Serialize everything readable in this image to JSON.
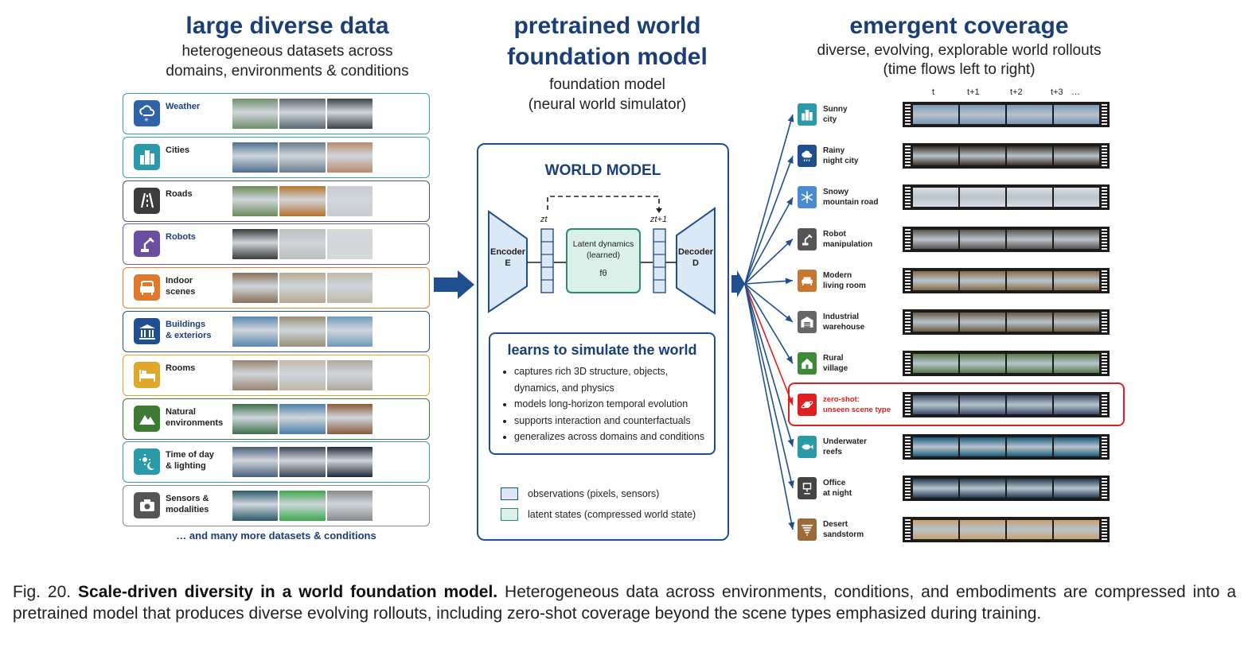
{
  "left_header": {
    "title": "large diverse data",
    "subtitle_1": "heterogeneous datasets across",
    "subtitle_2": "domains, environments & conditions"
  },
  "datasets": [
    {
      "label": "Weather",
      "icon": "weather-icon",
      "color": "#2e63a8",
      "border": "#3a9bb0",
      "label_color": "#1a3f78",
      "thumbs": [
        "#6f8f6a",
        "#5b6670",
        "#3b4146"
      ]
    },
    {
      "label": "Cities",
      "icon": "city-icon",
      "color": "#2a9aa8",
      "border": "#3a9bb0",
      "label_color": "#222222",
      "thumbs": [
        "#4d6e90",
        "#6a7c8c",
        "#b88a6a"
      ]
    },
    {
      "label": "Roads",
      "icon": "road-icon",
      "color": "#3c3c3c",
      "border": "#555555",
      "label_color": "#222222",
      "thumbs": [
        "#6b8a5a",
        "#b8722e",
        "#c9ccd0"
      ]
    },
    {
      "label": "Robots",
      "icon": "robot-arm-icon",
      "color": "#6b4ea0",
      "border": "#7a5aa8",
      "label_color": "#1a3f78",
      "thumbs": [
        "#3a3a3a",
        "#bdbdbd",
        "#d8d8d8"
      ]
    },
    {
      "label": "Indoor\nscenes",
      "icon": "armchair-icon",
      "color": "#e07a2a",
      "border": "#d4822e",
      "label_color": "#222222",
      "thumbs": [
        "#8a7058",
        "#b8a890",
        "#c0b8aa"
      ]
    },
    {
      "label": "Buildings\n& exteriors",
      "icon": "building-icon",
      "color": "#1f4f8f",
      "border": "#2a4f8a",
      "label_color": "#1a3f78",
      "thumbs": [
        "#5a86b0",
        "#9a8e78",
        "#6e9aba"
      ]
    },
    {
      "label": "Rooms",
      "icon": "bed-icon",
      "color": "#e0a82a",
      "border": "#d4a82e",
      "label_color": "#222222",
      "thumbs": [
        "#9a8470",
        "#c4b8a8",
        "#b0a89c"
      ]
    },
    {
      "label": "Natural\nenvironments",
      "icon": "mountain-icon",
      "color": "#3e7a34",
      "border": "#3e7a34",
      "label_color": "#222222",
      "thumbs": [
        "#3c6e48",
        "#4a7ea8",
        "#8a5a3a"
      ]
    },
    {
      "label": "Time of day\n& lighting",
      "icon": "sun-moon-icon",
      "color": "#2a9aa8",
      "border": "#3a9bb0",
      "label_color": "#222222",
      "thumbs": [
        "#4a5e7a",
        "#3a4250",
        "#222a36"
      ]
    },
    {
      "label": "Sensors &\nmodalities",
      "icon": "camera-icon",
      "color": "#555555",
      "border": "#888888",
      "label_color": "#222222",
      "thumbs": [
        "#2a5a6a",
        "#3aa84a",
        "#888888"
      ]
    }
  ],
  "more_note": "… and many more datasets & conditions",
  "middle_header": {
    "title_1": "pretrained world",
    "title_2": "foundation model",
    "subtitle_1": "foundation model",
    "subtitle_2": "(neural world simulator)"
  },
  "model": {
    "title": "WORLD MODEL",
    "encoder_1": "Encoder",
    "encoder_2": "E",
    "decoder_1": "Decoder",
    "decoder_2": "D",
    "latent_1": "Latent dynamics",
    "latent_2": "(learned)",
    "latent_fn": "fθ",
    "z_in": "zt",
    "z_out": "zt+1",
    "learn_title": "learns to simulate the world",
    "learn_items": [
      "captures rich 3D structure, objects,",
      "dynamics, and physics",
      "models long-horizon temporal evolution",
      "supports interaction and counterfactuals",
      "generalizes across domains and conditions"
    ],
    "legend_obs": "observations (pixels, sensors)",
    "legend_latent": "latent states (compressed world state)",
    "obs_color": "#dbe8f6",
    "latent_color": "#dcefe8"
  },
  "right_header": {
    "title": "emergent coverage",
    "subtitle_1": "diverse, evolving, explorable world rollouts",
    "subtitle_2": "(time flows left to right)"
  },
  "time_labels": [
    "t",
    "t+1",
    "t+2",
    "t+3",
    "…"
  ],
  "rollouts": [
    {
      "label": "Sunny\ncity",
      "icon": "city-icon",
      "color": "#2a9aa8",
      "frame": "#7a96b8"
    },
    {
      "label": "Rainy\nnight city",
      "icon": "rain-cloud-icon",
      "color": "#1f4f8f",
      "frame": "#3a2e22"
    },
    {
      "label": "Snowy\nmountain road",
      "icon": "snowflake-icon",
      "color": "#4a8ad0",
      "frame": "#d8dde2"
    },
    {
      "label": "Robot\nmanipulation",
      "icon": "robot-arm-icon",
      "color": "#555555",
      "frame": "#5a544c"
    },
    {
      "label": "Modern\nliving room",
      "icon": "sofa-icon",
      "color": "#c8782e",
      "frame": "#8a6a4a"
    },
    {
      "label": "Industrial\nwarehouse",
      "icon": "warehouse-icon",
      "color": "#666666",
      "frame": "#6a5a44"
    },
    {
      "label": "Rural\nvillage",
      "icon": "house-icon",
      "color": "#3e8a3a",
      "frame": "#5a7a48"
    },
    {
      "label": "zero-shot:\nunseen scene type",
      "icon": "planet-icon",
      "color": "#e02020",
      "frame": "#3a4a6a",
      "zero_shot": true
    },
    {
      "label": "Underwater\nreefs",
      "icon": "fish-icon",
      "color": "#2a9aa8",
      "frame": "#1a5a7a"
    },
    {
      "label": "Office\nat night",
      "icon": "office-icon",
      "color": "#444444",
      "frame": "#22364e"
    },
    {
      "label": "Desert\nsandstorm",
      "icon": "tornado-icon",
      "color": "#9a6a3a",
      "frame": "#c8a070"
    }
  ],
  "caption": {
    "prefix": "Fig. 20.",
    "bold": "Scale-driven diversity in a world foundation model.",
    "text": "Heterogeneous data across environments, conditions, and embodiments are compressed into a pretrained model that produces diverse evolving rollouts, including zero-shot coverage beyond the scene types emphasized during training."
  }
}
